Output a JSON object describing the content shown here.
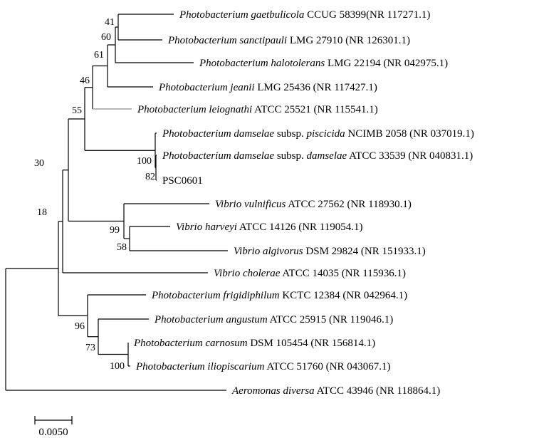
{
  "tree": {
    "taxa": [
      {
        "id": "gaetbulicola",
        "genus_species": "Photobacterium gaetbulicola",
        "strain": "CCUG 58399(NR 117271.1)"
      },
      {
        "id": "sanctipauli",
        "genus_species": "Photobacterium sanctipauli",
        "strain": "LMG 27910 (NR 126301.1)"
      },
      {
        "id": "halotolerans",
        "genus_species": "Photobacterium halotolerans",
        "strain": "LMG 22194 (NR 042975.1)"
      },
      {
        "id": "jeanii",
        "genus_species": "Photobacterium jeanii",
        "strain": "LMG 25436 (NR 117427.1)"
      },
      {
        "id": "leiognathi",
        "genus_species": "Photobacterium leiognathi",
        "strain": "ATCC 25521 (NR 115541.1)"
      },
      {
        "id": "piscicida",
        "genus_species": "Photobacterium damselae",
        "subsp_word": "subsp.",
        "subsp_name": "piscicida",
        "strain": "NCIMB 2058 (NR 037019.1)"
      },
      {
        "id": "damselae",
        "genus_species": "Photobacterium damselae",
        "subsp_word": "subsp.",
        "subsp_name": "damselae",
        "strain": "ATCC 33539 (NR 040831.1)"
      },
      {
        "id": "psc0601",
        "genus_species": "",
        "strain": "PSC0601"
      },
      {
        "id": "vulnificus",
        "genus_species": "Vibrio vulnificus",
        "strain": "ATCC 27562 (NR 118930.1)"
      },
      {
        "id": "harveyi",
        "genus_species": "Vibrio harveyi",
        "strain": "ATCC 14126 (NR 119054.1)"
      },
      {
        "id": "algivorus",
        "genus_species": "Vibrio algivorus",
        "strain": "DSM 29824 (NR 151933.1)"
      },
      {
        "id": "cholerae",
        "genus_species": "Vibrio cholerae",
        "strain": "ATCC 14035 (NR 115936.1)"
      },
      {
        "id": "frigidiphilum",
        "genus_species": "Photobacterium frigidiphilum",
        "strain": "KCTC 12384 (NR 042964.1)"
      },
      {
        "id": "angustum",
        "genus_species": "Photobacterium angustum",
        "strain": "ATCC 25915 (NR 119046.1)"
      },
      {
        "id": "carnosum",
        "genus_species": "Photobacterium carnosum",
        "strain": "DSM 105454 (NR 156814.1)"
      },
      {
        "id": "iliopiscarium",
        "genus_species": "Photobacterium iliopiscarium",
        "strain": "ATCC 51760 (NR 043067.1)"
      },
      {
        "id": "diversa",
        "genus_species": "Aeromonas diversa",
        "strain": "ATCC 43946 (NR 118864.1)"
      }
    ],
    "bootstrap_values": {
      "n_gae_san": "41",
      "n_hal": "60",
      "n_jea": "61",
      "n_leio": "46",
      "n_damsel": "82",
      "n_damsel_outer": "100",
      "n_photo_top": "55",
      "n_vib_hav_alg": "58",
      "n_vib": "99",
      "n_mid": "30",
      "n_ingroup_upper": "18",
      "n_car_ili": "100",
      "n_ang": "73",
      "n_fri": "96"
    },
    "scale_bar": {
      "label": "0.0050",
      "value": 0.005
    }
  }
}
